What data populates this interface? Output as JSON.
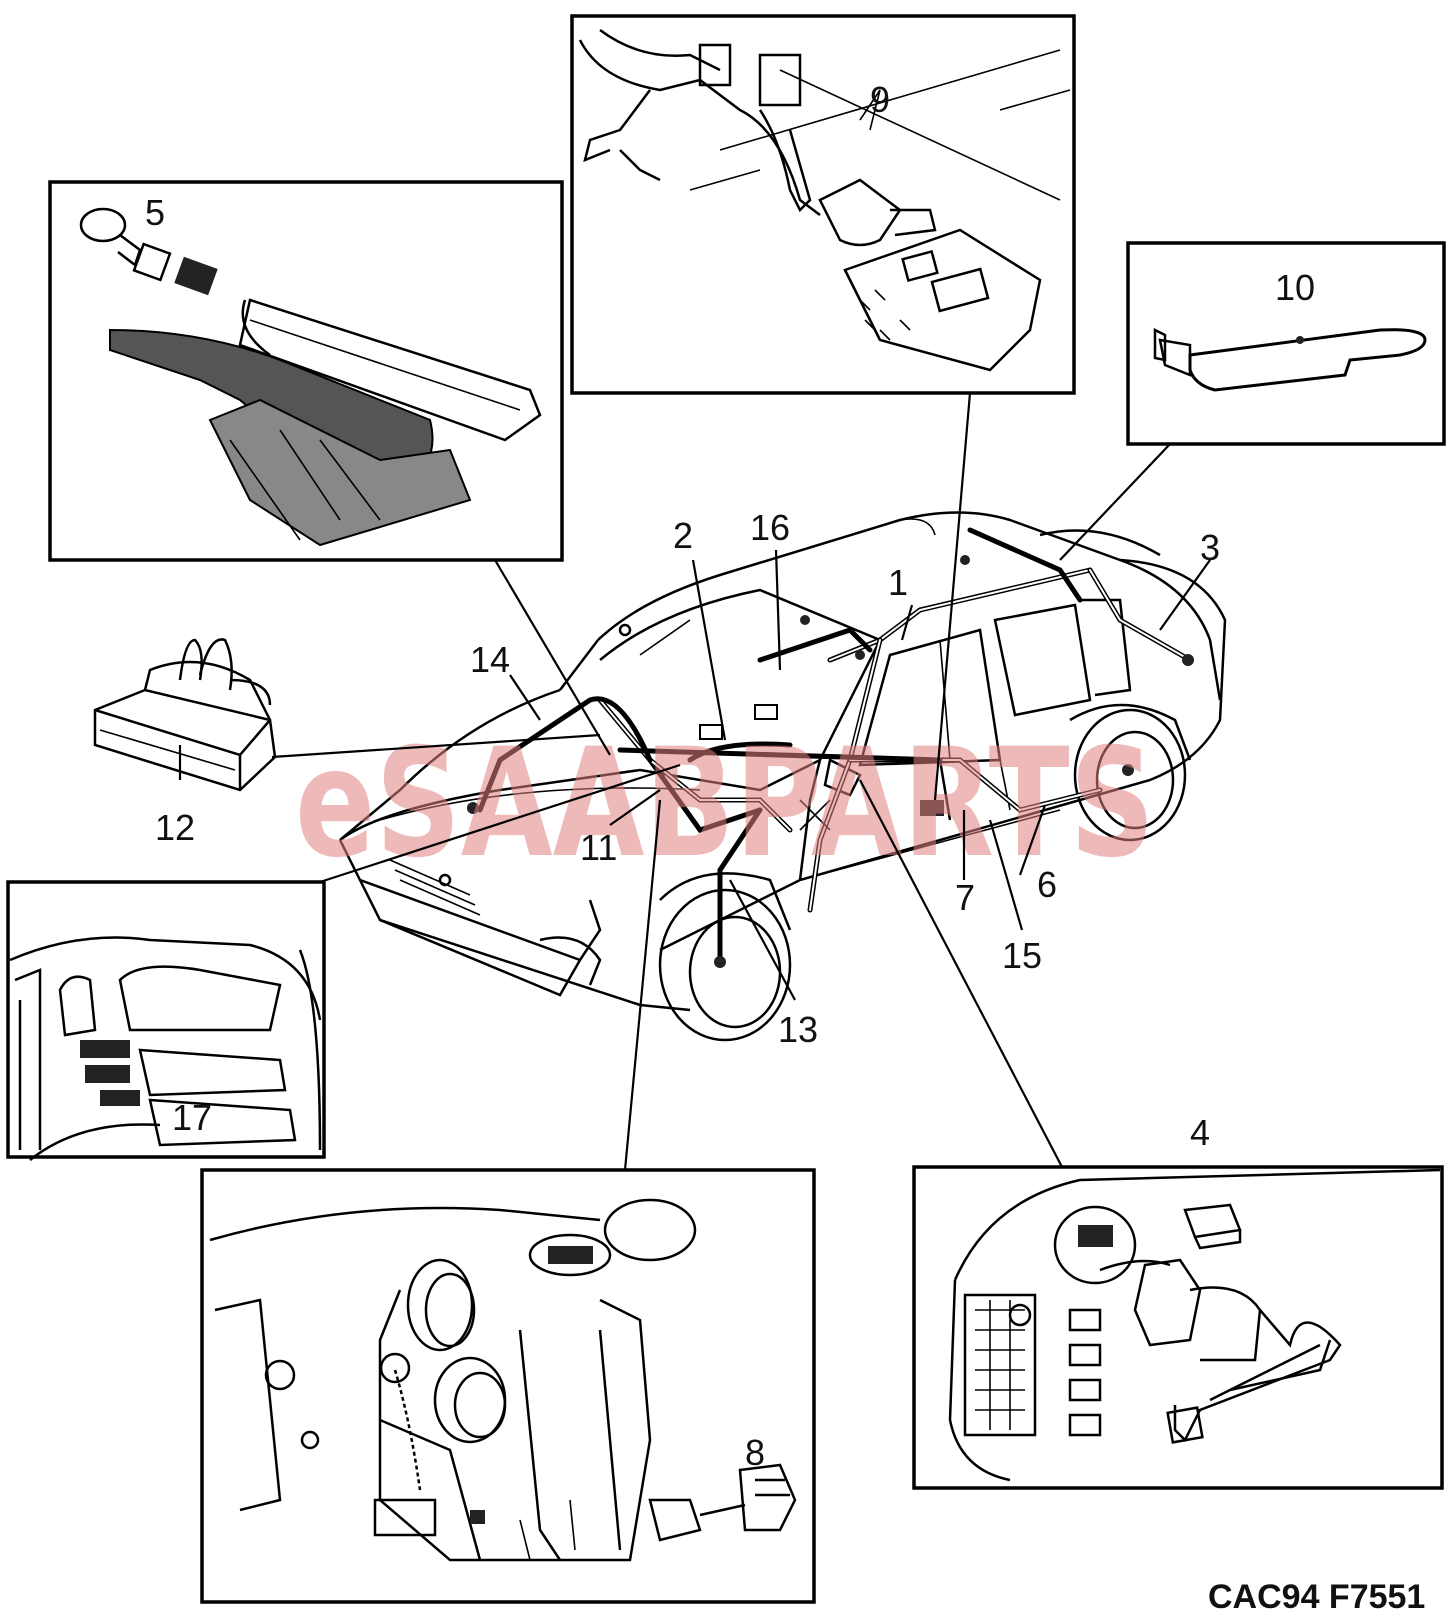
{
  "watermark": "eSAABPARTS",
  "diagram_code": "CAC94 F7551",
  "callouts": [
    "1",
    "2",
    "3",
    "4",
    "5",
    "6",
    "7",
    "8",
    "9",
    "10",
    "11",
    "12",
    "13",
    "14",
    "15",
    "16",
    "17"
  ]
}
